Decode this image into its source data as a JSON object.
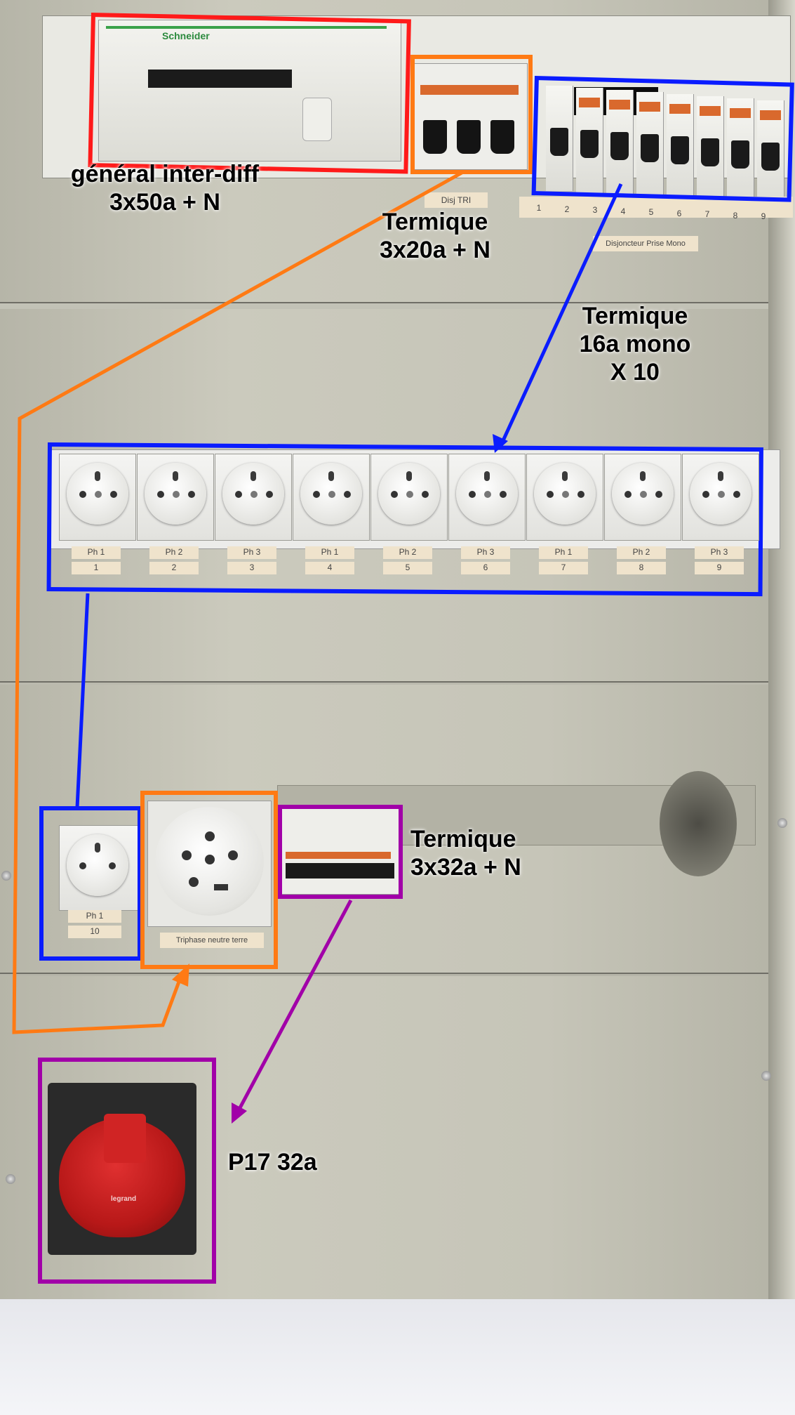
{
  "colors": {
    "red": "#ff1a1a",
    "orange": "#ff7a14",
    "blue": "#0a1cff",
    "purple": "#a100a8",
    "panel": "#c4c3b6",
    "plug_red": "#c41c1c"
  },
  "annotations": {
    "main_switch": [
      "général inter-diff",
      "3x50a + N"
    ],
    "tri_breaker": [
      "Termique",
      "3x20a + N"
    ],
    "mono_breakers": [
      "Termique",
      "16a mono",
      "X 10"
    ],
    "breaker_32a": [
      "Termique",
      "3x32a + N"
    ],
    "p17": "P17 32a"
  },
  "panel_labels": {
    "disj_tri": "Disj TRI",
    "disj_mono": "Disjoncteur Prise Mono",
    "breaker_numbers": [
      "1",
      "2",
      "3",
      "4",
      "5",
      "6",
      "7",
      "8",
      "9"
    ],
    "brand": "Schneider",
    "triphase": "Triphase neutre terre"
  },
  "sockets": [
    {
      "phase": "Ph 1",
      "num": "1"
    },
    {
      "phase": "Ph 2",
      "num": "2"
    },
    {
      "phase": "Ph 3",
      "num": "3"
    },
    {
      "phase": "Ph 1",
      "num": "4"
    },
    {
      "phase": "Ph 2",
      "num": "5"
    },
    {
      "phase": "Ph 3",
      "num": "6"
    },
    {
      "phase": "Ph 1",
      "num": "7"
    },
    {
      "phase": "Ph 2",
      "num": "8"
    },
    {
      "phase": "Ph 3",
      "num": "9"
    }
  ],
  "socket_10": {
    "phase": "Ph 1",
    "num": "10"
  },
  "plug_brand": "legrand"
}
